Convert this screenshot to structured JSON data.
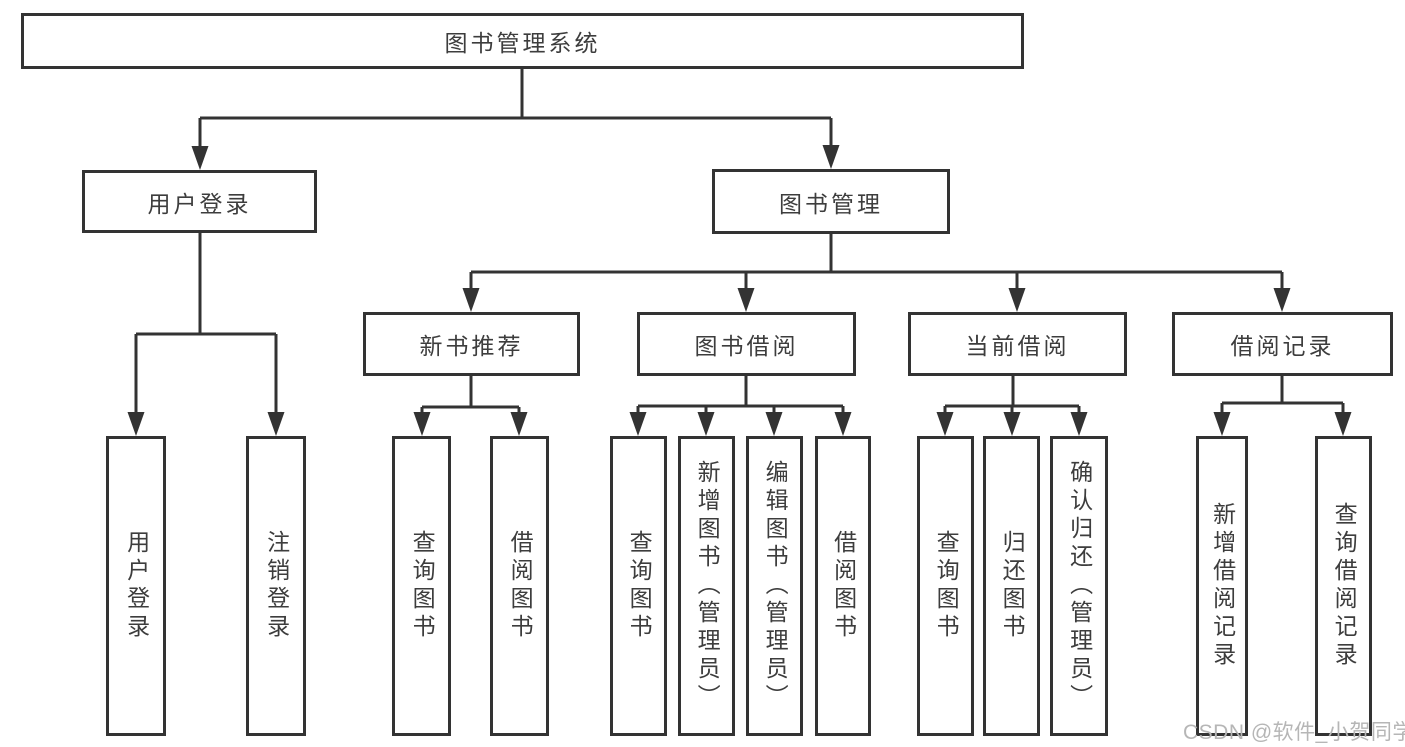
{
  "diagram": {
    "root": "图书管理系统",
    "level2": {
      "user_login": "用户登录",
      "book_mgmt": "图书管理"
    },
    "level3": {
      "new_book_rec": "新书推荐",
      "book_borrow": "图书借阅",
      "current_borrow": "当前借阅",
      "borrow_records": "借阅记录"
    },
    "leaves": {
      "user_login": "用户登录",
      "logout": "注销登录",
      "rec_query_books": "查询图书",
      "rec_borrow_books": "借阅图书",
      "bb_query_books": "查询图书",
      "bb_add_books": "新增图书（管理员）",
      "bb_edit_books": "编辑图书（管理员）",
      "bb_borrow_books": "借阅图书",
      "cb_query_books": "查询图书",
      "cb_return_books": "归还图书",
      "cb_confirm_return": "确认归还（管理员）",
      "br_add_record": "新增借阅记录",
      "br_query_record": "查询借阅记录"
    }
  },
  "watermark": "CSDN @软件_小贺同学",
  "colors": {
    "line": "#333333",
    "box_border": "#333333",
    "box_fill": "#ffffff",
    "text": "#3d3d3d",
    "watermark": "#b6b6b6",
    "background": "#ffffff"
  }
}
